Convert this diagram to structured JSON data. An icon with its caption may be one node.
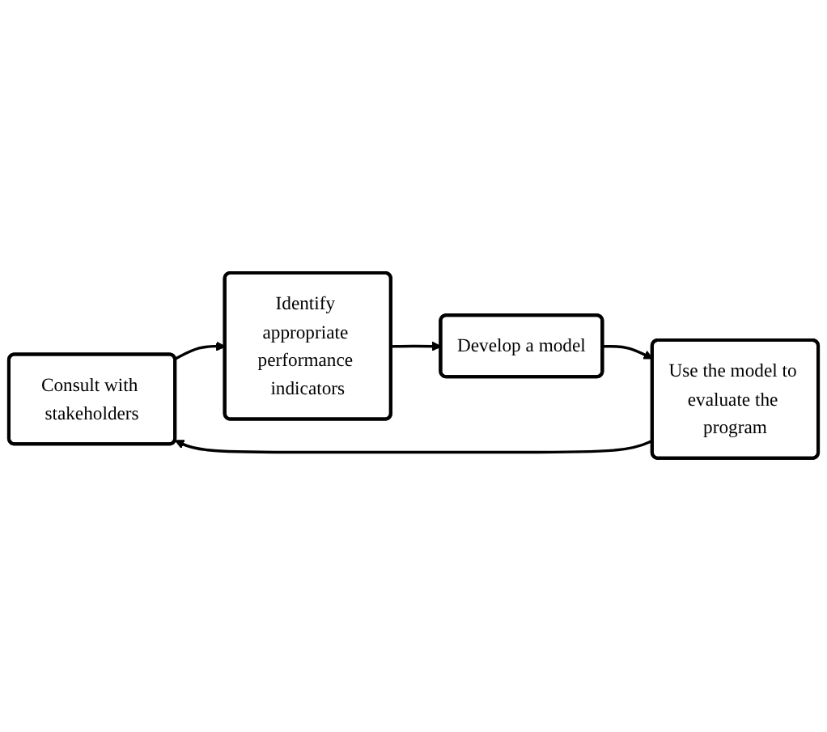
{
  "diagram": {
    "nodes": [
      {
        "text": [
          "Consult with stakeholders"
        ]
      },
      {
        "text": [
          "Identify appropriate performance indicators"
        ]
      },
      {
        "text": [
          "Develop a model"
        ]
      },
      {
        "text": [
          "Use the model to evaluate the program"
        ]
      }
    ],
    "edges": [
      {
        "from": 0,
        "to": 1,
        "arrow": "to"
      },
      {
        "from": 1,
        "to": 2,
        "arrow": "to"
      },
      {
        "from": 2,
        "to": 3,
        "arrow": "to"
      },
      {
        "from": 3,
        "to": 0,
        "arrow": "to"
      }
    ]
  }
}
